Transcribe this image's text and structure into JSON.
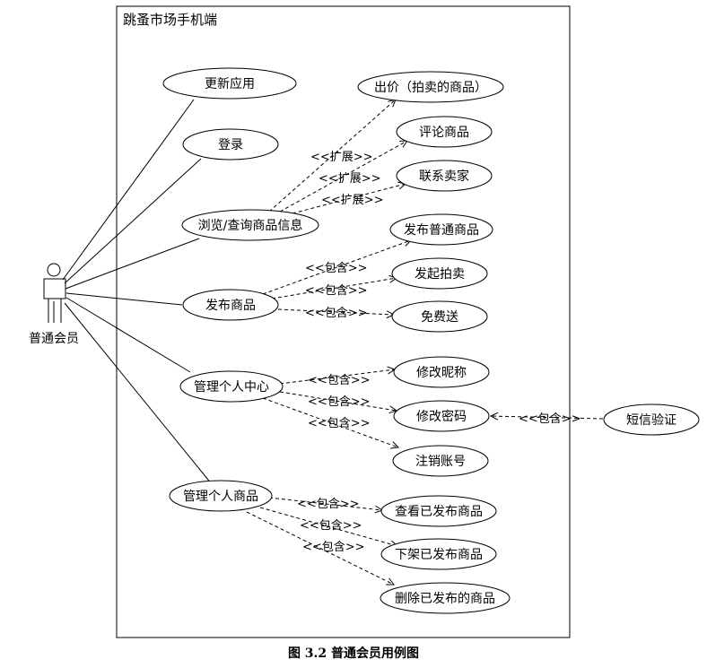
{
  "system_title": "跳蚤市场手机端",
  "actor": "普通会员",
  "use_cases": {
    "update_app": "更新应用",
    "login": "登录",
    "browse": "浏览/查询商品信息",
    "bid": "出价（拍卖的商品）",
    "comment": "评论商品",
    "contact_seller": "联系卖家",
    "publish_item": "发布商品",
    "publish_normal": "发布普通商品",
    "start_auction": "发起拍卖",
    "free_give": "免费送",
    "personal_center": "管理个人中心",
    "edit_nickname": "修改昵称",
    "change_password": "修改密码",
    "cancel_account": "注销账号",
    "sms_verify": "短信验证",
    "manage_items": "管理个人商品",
    "view_published": "查看已发布商品",
    "unlist_published": "下架已发布商品",
    "delete_published": "删除已发布的商品"
  },
  "relations": {
    "extend": "<<扩展>>",
    "include": "<<包含>>"
  },
  "caption": "图 3.2    普通会员用例图"
}
